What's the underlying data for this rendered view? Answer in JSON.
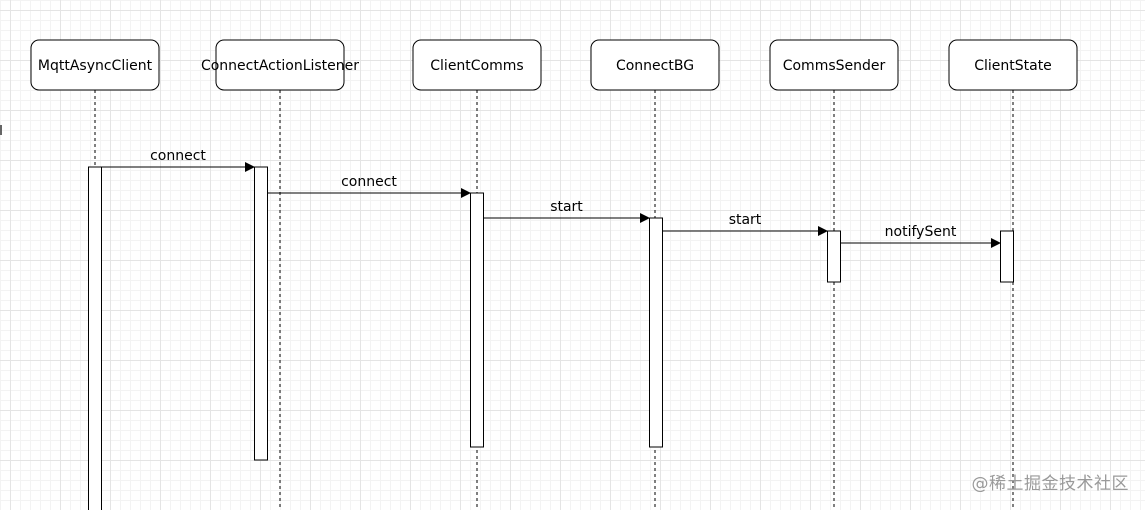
{
  "diagram": {
    "lifelines": [
      {
        "id": "MqttAsyncClient",
        "label": "MqttAsyncClient"
      },
      {
        "id": "ConnectActionListener",
        "label": "ConnectActionListener"
      },
      {
        "id": "ClientComms",
        "label": "ClientComms"
      },
      {
        "id": "ConnectBG",
        "label": "ConnectBG"
      },
      {
        "id": "CommsSender",
        "label": "CommsSender"
      },
      {
        "id": "ClientState",
        "label": "ClientState"
      }
    ],
    "messages": [
      {
        "from": "MqttAsyncClient",
        "to": "ConnectActionListener",
        "label": "connect"
      },
      {
        "from": "ConnectActionListener",
        "to": "ClientComms",
        "label": "connect"
      },
      {
        "from": "ClientComms",
        "to": "ConnectBG",
        "label": "start"
      },
      {
        "from": "ConnectBG",
        "to": "CommsSender",
        "label": "start"
      },
      {
        "from": "CommsSender",
        "to": "ClientState",
        "label": "notifySent"
      }
    ]
  },
  "watermark": "@稀土掘金技术社区"
}
